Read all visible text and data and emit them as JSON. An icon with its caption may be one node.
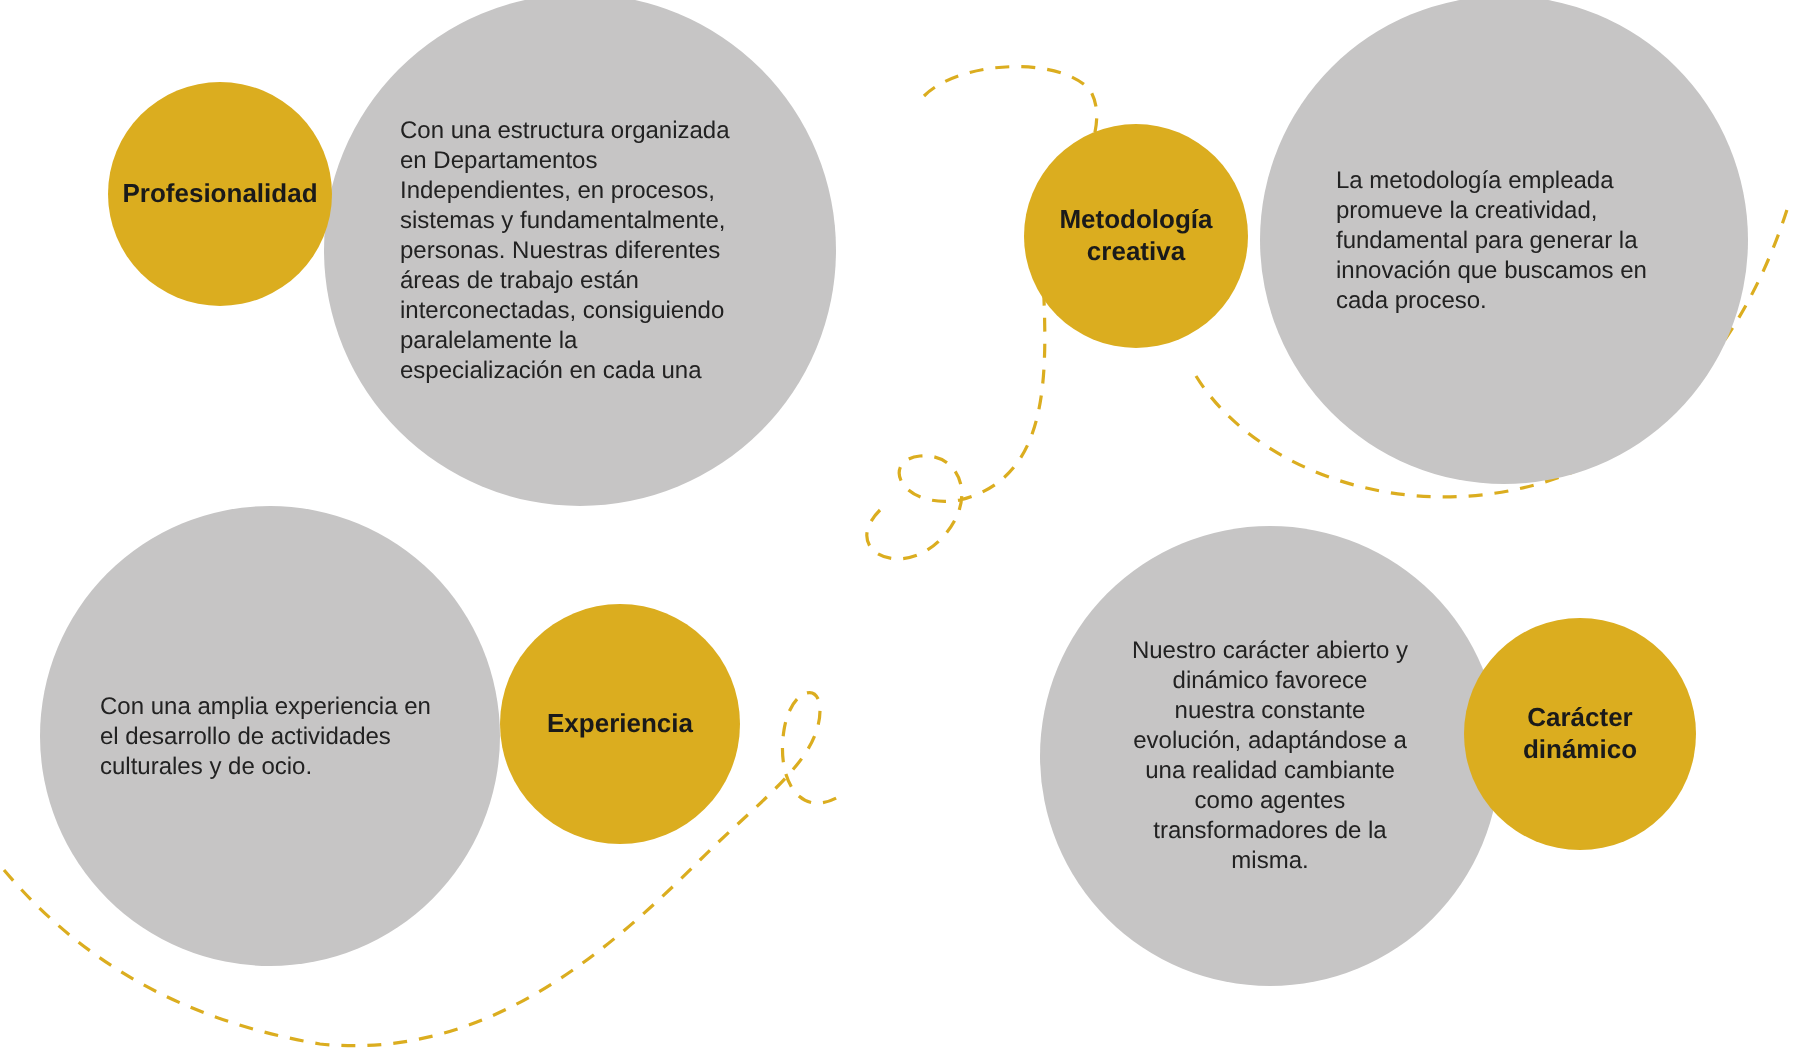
{
  "diagram": {
    "nodes": [
      {
        "text": [
          "Profesionalidad"
        ]
      },
      {
        "text": [
          "Con una estructura organizada en Departamentos Independientes, en procesos, sistemas y fundamentalmente, personas. Nuestras diferentes áreas de trabajo están interconectadas, consiguiendo paralelamente la especialización en cada una"
        ]
      },
      {
        "text": [
          "Metodología creativa"
        ]
      },
      {
        "text": [
          "La metodología empleada promueve la creatividad, fundamental para generar la innovación que buscamos en cada proceso."
        ]
      },
      {
        "text": [
          "Con una amplia experiencia en el desarrollo de actividades culturales y de ocio."
        ]
      },
      {
        "text": [
          "Experiencia"
        ]
      },
      {
        "text": [
          "Nuestro carácter abierto y dinámico favorece nuestra constante evolución, adaptándose a una realidad cambiante como agentes transformadores de la misma."
        ]
      },
      {
        "text": [
          "Carácter dinámico"
        ]
      }
    ]
  }
}
